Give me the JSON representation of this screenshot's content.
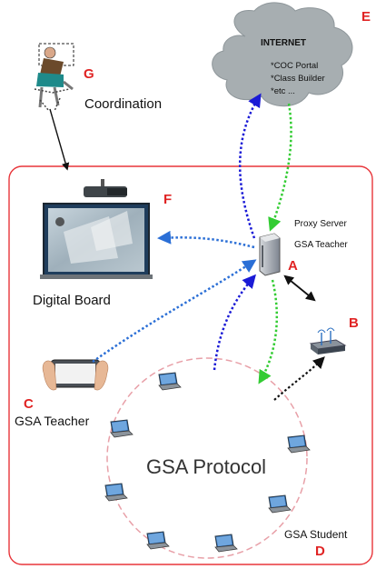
{
  "labels": {
    "internet_title": "INTERNET",
    "internet_items": [
      "*COC Portal",
      "*Class Builder",
      "*etc ..."
    ],
    "coordination": "Coordination",
    "digital_board": "Digital Board",
    "proxy_server": "Proxy Server",
    "gsa_teacher_server": "GSA Teacher",
    "gsa_teacher": "GSA Teacher",
    "gsa_protocol": "GSA Protocol",
    "gsa_student": "GSA Student"
  },
  "markers": {
    "a": "A",
    "b": "B",
    "c": "C",
    "d": "D",
    "e": "E",
    "f": "F",
    "g": "G"
  },
  "colors": {
    "frame": "#e8353a",
    "ring": "#e8a0a8",
    "blue_link": "#2b6fd6",
    "green_link": "#33cc33",
    "navy_link": "#1a1ad6",
    "black_link": "#111111",
    "cloud": "#a7aeb1",
    "marker": "#e02424"
  },
  "icons": {
    "cloud": "cloud-icon",
    "server": "server-icon",
    "router": "router-icon",
    "projector": "projector-icon",
    "whiteboard": "whiteboard-icon",
    "tablet": "tablet-icon",
    "person": "coordinator-person-icon",
    "student": "student-laptop-icon"
  }
}
